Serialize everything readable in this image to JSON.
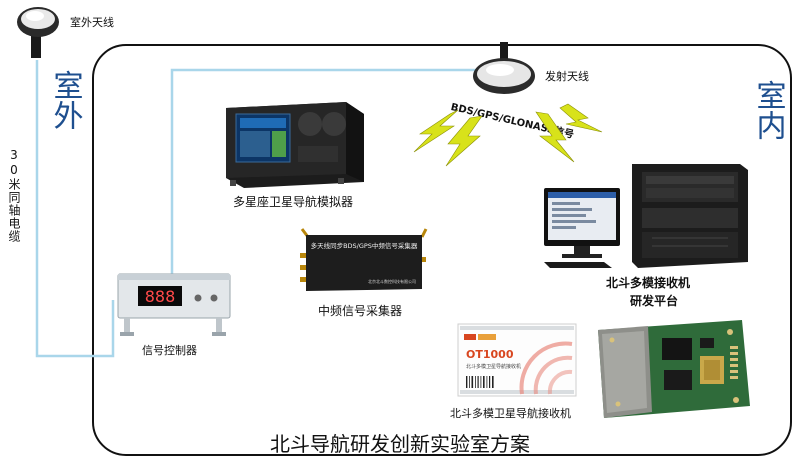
{
  "labels": {
    "outdoor_antenna": "室外天线",
    "transmit_antenna": "发射天线",
    "signal": "BDS/GPS/GLONASS信号",
    "outdoor": "室外",
    "indoor": "室内",
    "cable": "30米同轴电缆",
    "simulator": "多星座卫星导航模拟器",
    "receiver_platform_line1": "北斗多模接收机",
    "receiver_platform_line2": "研发平台",
    "if_collector": "中频信号采集器",
    "collector_plate": "多天线同步BDS/GPS中频信号采集器",
    "collector_maker": "北京北斗数控科技有限公司",
    "signal_controller": "信号控制器",
    "display_value": "888",
    "module_model": "OT1000",
    "module_caption": "北斗多模卫星导航接收机",
    "module_board_name": "北斗多模卫星导航接收机",
    "title": "北斗导航研发创新实验室方案"
  },
  "colors": {
    "cable": "#a9d6ea",
    "accent_blue": "#1e4f8f",
    "lightning": "#d8e21a"
  }
}
